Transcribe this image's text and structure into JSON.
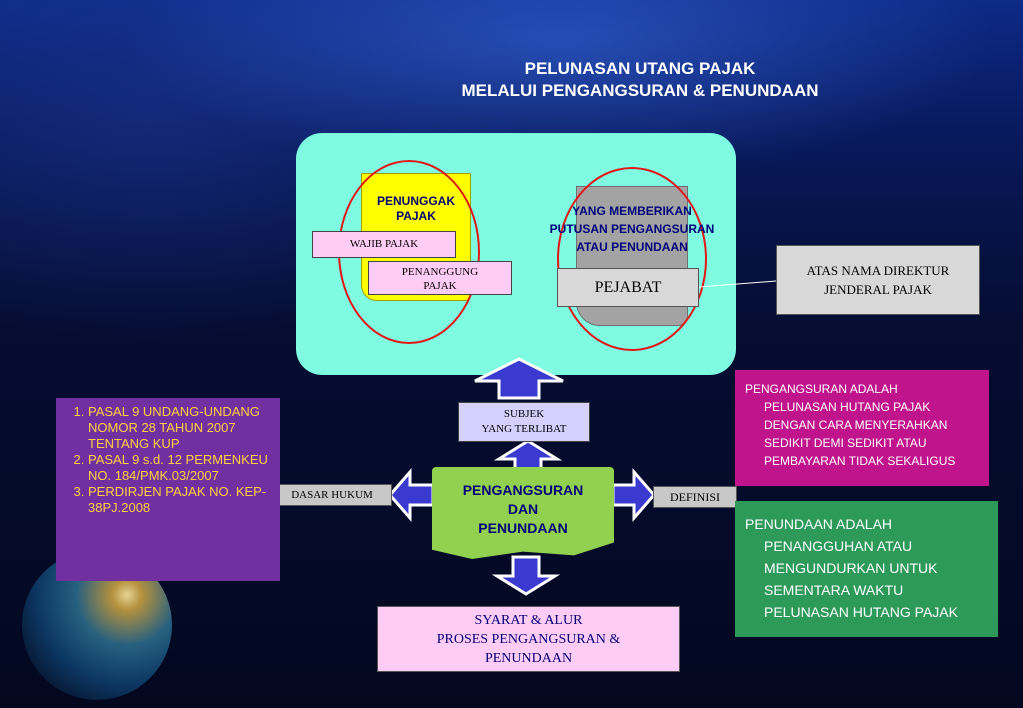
{
  "title": {
    "line1": "PELUNASAN UTANG PAJAK",
    "line2": "MELALUI PENGANGSURAN & PENUNDAAN"
  },
  "left_group": {
    "doc_label_line1": "PENUNGGAK",
    "doc_label_line2": "PAJAK",
    "wajib_pajak": "WAJIB PAJAK",
    "penanggung_line1": "PENANGGUNG",
    "penanggung_line2": "PAJAK"
  },
  "right_group": {
    "doc_label_line1": "YANG MEMBERIKAN",
    "doc_label_line2": "PUTUSAN PENGANGSURAN",
    "doc_label_line3": "ATAU PENUNDAAN",
    "pejabat": "PEJABAT"
  },
  "atas_nama": {
    "line1": "ATAS NAMA DIREKTUR",
    "line2": "JENDERAL PAJAK"
  },
  "subjek": {
    "line1": "SUBJEK",
    "line2": "YANG TERLIBAT"
  },
  "center": {
    "line1": "PENGANGSURAN",
    "line2": "DAN",
    "line3": "PENUNDAAN"
  },
  "dasar_hukum": "DASAR HUKUM",
  "definisi": "DEFINISI",
  "legal_basis": [
    "PASAL  9  UNDANG-UNDANG NOMOR  28  TAHUN  2007 TENTANG KUP",
    "PASAL  9  s.d. 12 PERMENKEU NO. 184/PMK.03/2007",
    "PERDIRJEN PAJAK NO. KEP-38PJ.2008"
  ],
  "pengangsuran_def": [
    "PENGANGSURAN ADALAH",
    "PELUNASAN HUTANG PAJAK",
    "DENGAN CARA MENYERAHKAN",
    "SEDIKIT DEMI SEDIKIT  ATAU",
    "PEMBAYARAN TIDAK SEKALIGUS"
  ],
  "penundaan_def": [
    "PENUNDAAN ADALAH",
    "PENANGGUHAN ATAU",
    "MENGUNDURKAN UNTUK",
    "SEMENTARA WAKTU",
    "PELUNASAN HUTANG PAJAK"
  ],
  "syarat": {
    "line1": "SYARAT  & ALUR",
    "line2": "PROSES PENGANGSURAN &",
    "line3": "PENUNDAAN"
  },
  "colors": {
    "panel": "#7ffbe2",
    "arrow_fill": "#3a3ad0",
    "oval": "#e01818",
    "purple": "#7030a0",
    "magenta": "#c0148c",
    "green": "#2e9a5a",
    "center_green": "#92d050"
  }
}
